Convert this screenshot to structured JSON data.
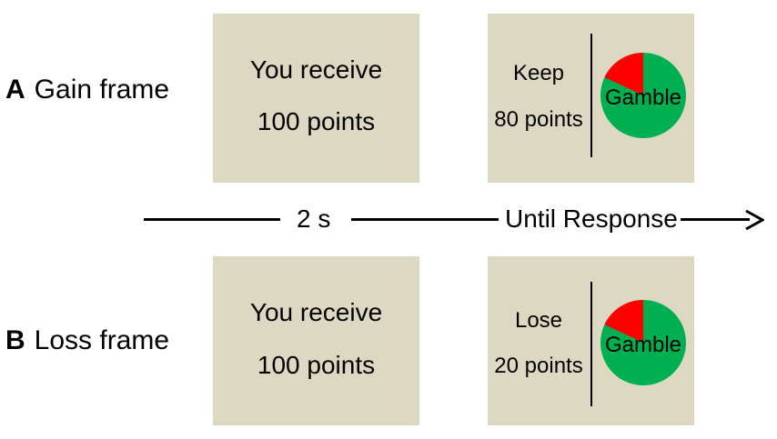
{
  "rows": [
    {
      "letter": "A",
      "label": "Gain frame",
      "stimulus": {
        "line1": "You receive",
        "line2": "100 points"
      },
      "option": {
        "line1": "Keep",
        "line2": "80 points"
      },
      "gamble": {
        "label": "Gamble",
        "red_fraction": 0.18
      }
    },
    {
      "letter": "B",
      "label": "Loss frame",
      "stimulus": {
        "line1": "You receive",
        "line2": "100 points"
      },
      "option": {
        "line1": "Lose",
        "line2": "20 points"
      },
      "gamble": {
        "label": "Gamble",
        "red_fraction": 0.18
      }
    }
  ],
  "timeline": {
    "first": "2 s",
    "second": "Until Response"
  },
  "colors": {
    "panel": "#dcd8c1",
    "win": "#00b050",
    "lose": "#ff0000"
  }
}
